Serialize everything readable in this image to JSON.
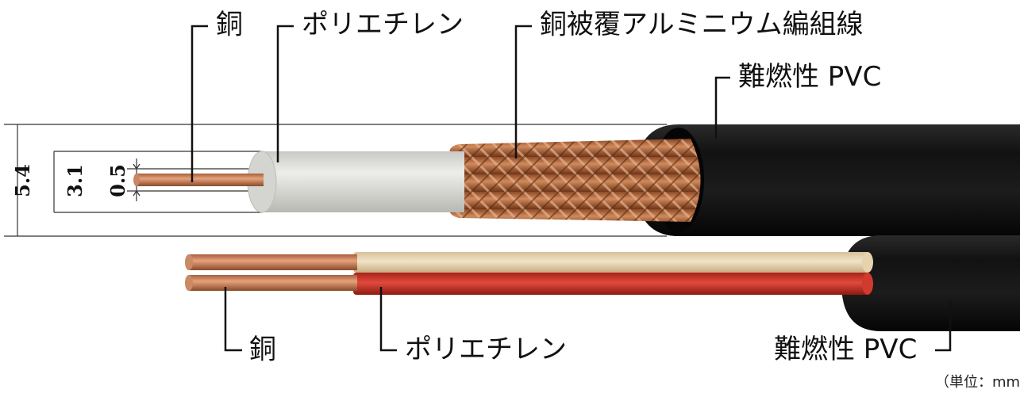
{
  "labels": {
    "copper_top": "銅",
    "polyethylene_top": "ポリエチレン",
    "braid": "銅被覆アルミニウム編組線",
    "pvc_top": "難燃性 PVC",
    "copper_bottom": "銅",
    "polyethylene_bottom": "ポリエチレン",
    "pvc_bottom": "難燃性 PVC"
  },
  "dimensions": {
    "outer": "5.4",
    "insulation": "3.1",
    "conductor": "0.5"
  },
  "unit_note": "（単位：mm）",
  "colors": {
    "copper": "#c07a52",
    "polyethylene_clear": "#dcdcd8",
    "braid": "#b5673a",
    "jacket": "#141414",
    "wire_cream": "#e8d6b4",
    "wire_red": "#d0362a"
  }
}
